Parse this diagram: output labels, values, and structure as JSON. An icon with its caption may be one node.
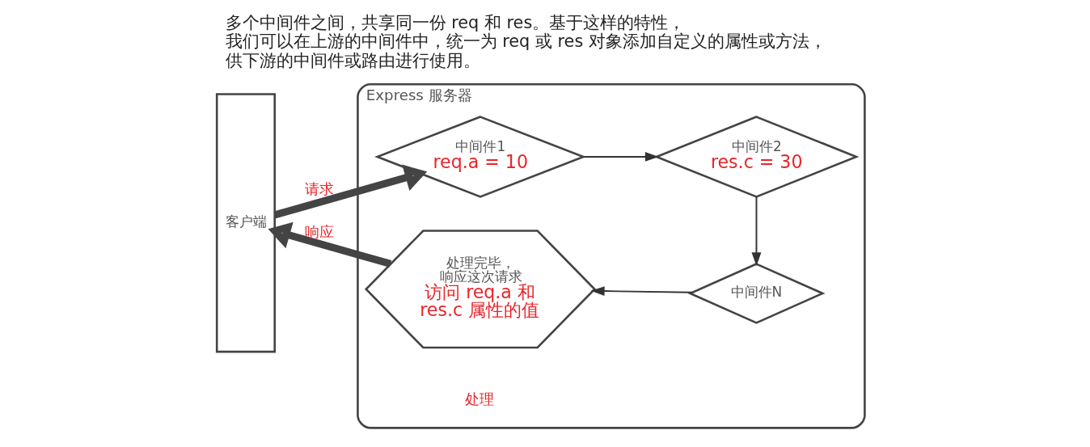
{
  "diagram": {
    "caption": "多个中间件之间，共享同一份 req 和 res。基于这样的特性，我们可以在上游的中间件中，统一为 req 或 res 对象添加自定义的属性或方法，供下游的中间件或路由进行使用。",
    "nodes": [
      {
        "text": [
          "客户端"
        ]
      },
      {
        "text": [
          "Express 服务器"
        ]
      },
      {
        "text": [
          "中间件1",
          "req.a = 10"
        ],
        "in": 1
      },
      {
        "text": [
          "中间件2",
          "res.c = 30"
        ],
        "in": 1
      },
      {
        "text": [
          "中间件N"
        ],
        "in": 1
      },
      {
        "text": [
          "处理完毕，响应这次请求",
          "访问 req.a 和 res.c 属性的值"
        ],
        "in": 1
      }
    ],
    "edges": [
      {
        "from": 0,
        "to": 2,
        "arrow": "to",
        "label": "请求",
        "style": "thick"
      },
      {
        "from": 2,
        "to": 3,
        "arrow": "to"
      },
      {
        "from": 3,
        "to": 4,
        "arrow": "to"
      },
      {
        "from": 4,
        "to": 5,
        "arrow": "to"
      },
      {
        "from": 5,
        "to": 0,
        "arrow": "to",
        "label": "响应",
        "style": "thick"
      }
    ],
    "labels": [
      "处理"
    ]
  }
}
